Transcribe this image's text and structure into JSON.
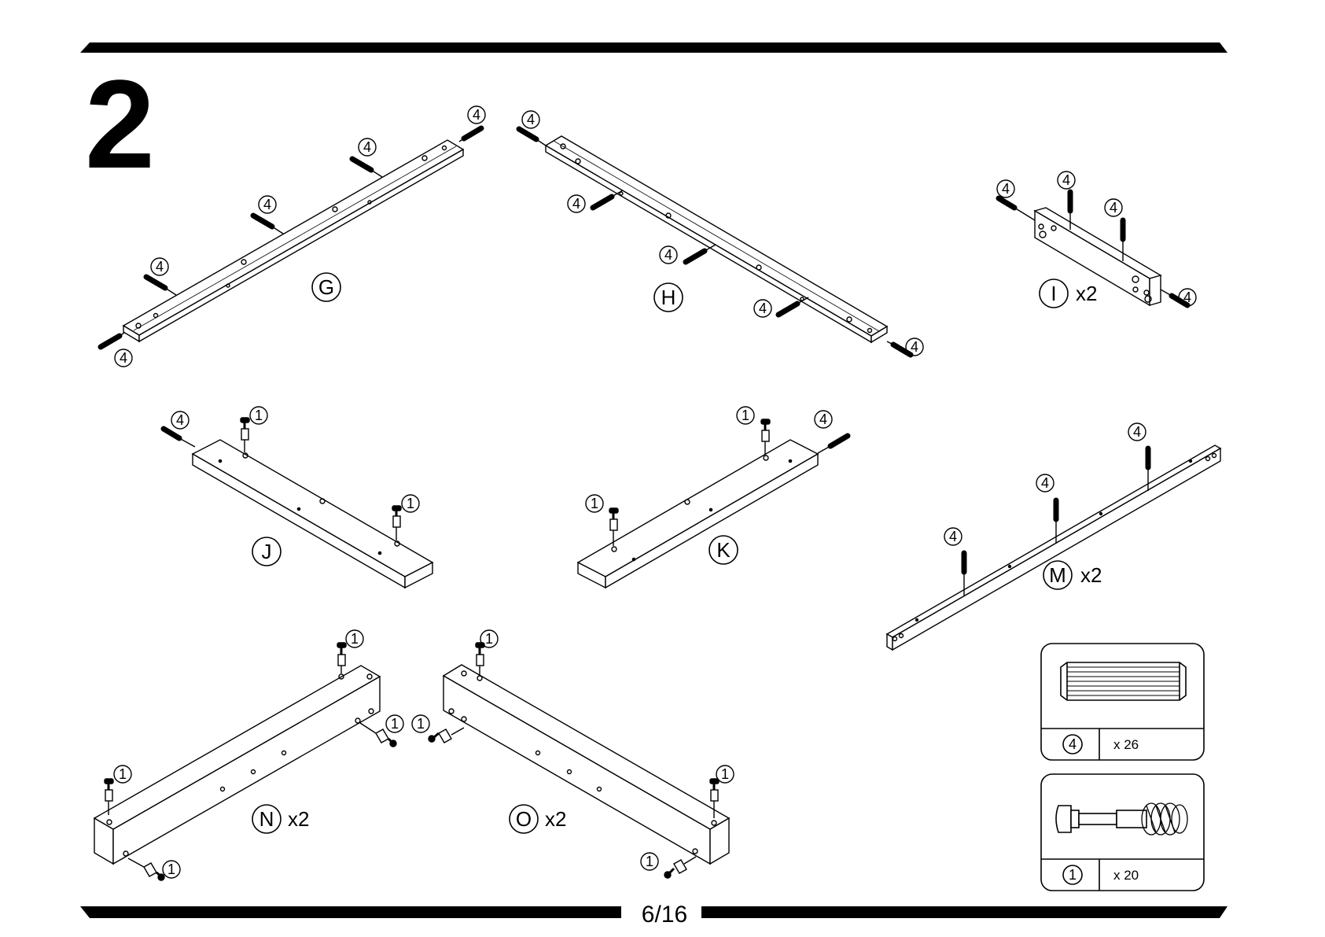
{
  "step": {
    "number": "2"
  },
  "parts": [
    {
      "id": "G",
      "qty": ""
    },
    {
      "id": "H",
      "qty": ""
    },
    {
      "id": "I",
      "qty": "x2"
    },
    {
      "id": "J",
      "qty": ""
    },
    {
      "id": "K",
      "qty": ""
    },
    {
      "id": "M",
      "qty": "x2"
    },
    {
      "id": "N",
      "qty": "x2"
    },
    {
      "id": "O",
      "qty": "x2"
    }
  ],
  "hardware_callouts": {
    "dowel": "4",
    "cam_bolt": "1"
  },
  "hardware_legend": [
    {
      "ref": "4",
      "qty": "x 26",
      "icon": "wooden-dowel-icon"
    },
    {
      "ref": "1",
      "qty": "x 20",
      "icon": "cam-bolt-icon"
    }
  ],
  "footer": {
    "page": "6/16"
  }
}
